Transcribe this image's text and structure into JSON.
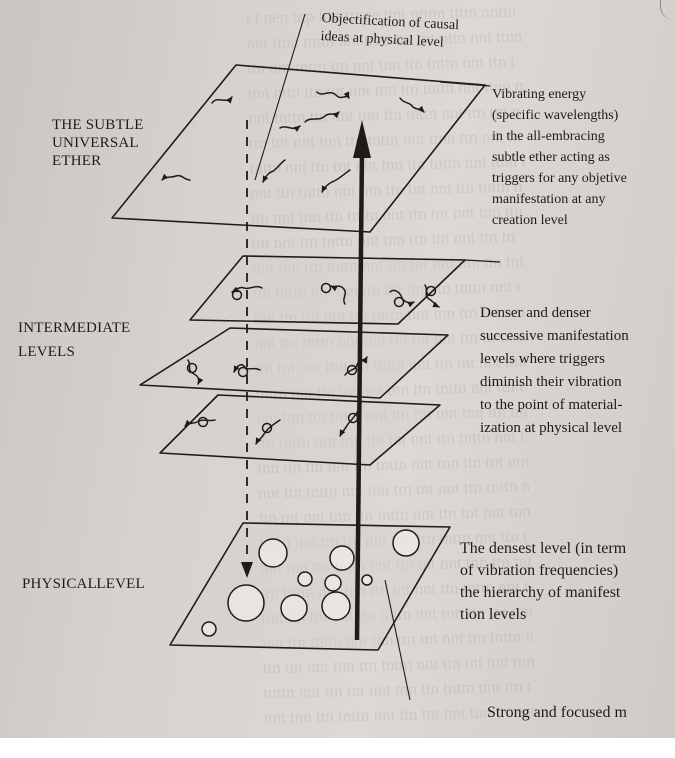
{
  "labels": {
    "top_note": "Objectification of causal\nideas at physical level",
    "ether": "THE SUBTLE\nUNIVERSAL\nETHER",
    "ether_desc": "Vibrating energy\n(specific wavelengths)\nin the all-embracing\nsubtle ether acting as\ntriggers for any objetive\nmanifestation at any\ncreation level",
    "intermediate": "INTERMEDIATE\nLEVELS",
    "intermediate_desc": "Denser and denser\nsuccessive manifestation\nlevels where triggers\ndiminish their vibration\nto the point of material-\nization at physical level",
    "physical": "PHYSICAL LEVEL",
    "physical_desc": "The densest level (in term\nof vibration frequencies)\nthe hierarchy of manifest\ntion levels",
    "bottom_note": "Strong and focused m"
  },
  "colors": {
    "ink": "#1e1c1b",
    "paper": "#d4d0cc"
  },
  "icons": {
    "trigger": "squiggle-arrow",
    "particle": "circle"
  }
}
